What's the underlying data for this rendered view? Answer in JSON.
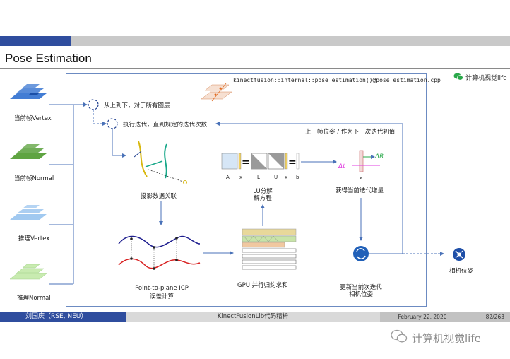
{
  "slide": {
    "title": "Pose Estimation",
    "function_name": "kinectfusion::internal::pose_estimation()@pose_estimation.cpp"
  },
  "inputs": [
    {
      "label": "当前帧Vertex",
      "color": "#2f6fcf"
    },
    {
      "label": "当前帧Normal",
      "color": "#4e9a2e"
    },
    {
      "label": "推理Vertex",
      "color": "#9cc6ef"
    },
    {
      "label": "推理Normal",
      "color": "#b8e0a0"
    }
  ],
  "steps": {
    "loop_layers": "从上到下，对于所有图层",
    "loop_iterations": "执行迭代，直到规定的迭代次数",
    "feedback": "上一帧位姿 / 作为下一次迭代初值",
    "association": "投影数据关联",
    "icp_line1": "Point-to-plane ICP",
    "icp_line2": "误差计算",
    "gpu_reduction": "GPU 并行归约求和",
    "lu_line1": "LU分解",
    "lu_line2": "解方程",
    "increment": "获得当前迭代增量",
    "update_line1": "更新当前次迭代",
    "update_line2": "相机位姿",
    "output": "相机位姿"
  },
  "equation": {
    "symbols": [
      "A",
      "x",
      "L",
      "U",
      "x",
      "b"
    ],
    "operators": [
      "=",
      "="
    ]
  },
  "increment_marks": {
    "delta_t": "Δt",
    "delta_r": "ΔR",
    "x_label": "x"
  },
  "footer": {
    "author": "刘国庆（RSE, NEU）",
    "subject": "KinectFusionLib代码精析",
    "date": "February 22, 2020",
    "page": "82/263"
  },
  "watermark": {
    "text": "计算机视觉life"
  },
  "colors": {
    "accent_blue": "#2f4d9e",
    "arrow_blue": "#4a72b8",
    "magenta": "#e040e0",
    "green": "#2aa84a"
  }
}
